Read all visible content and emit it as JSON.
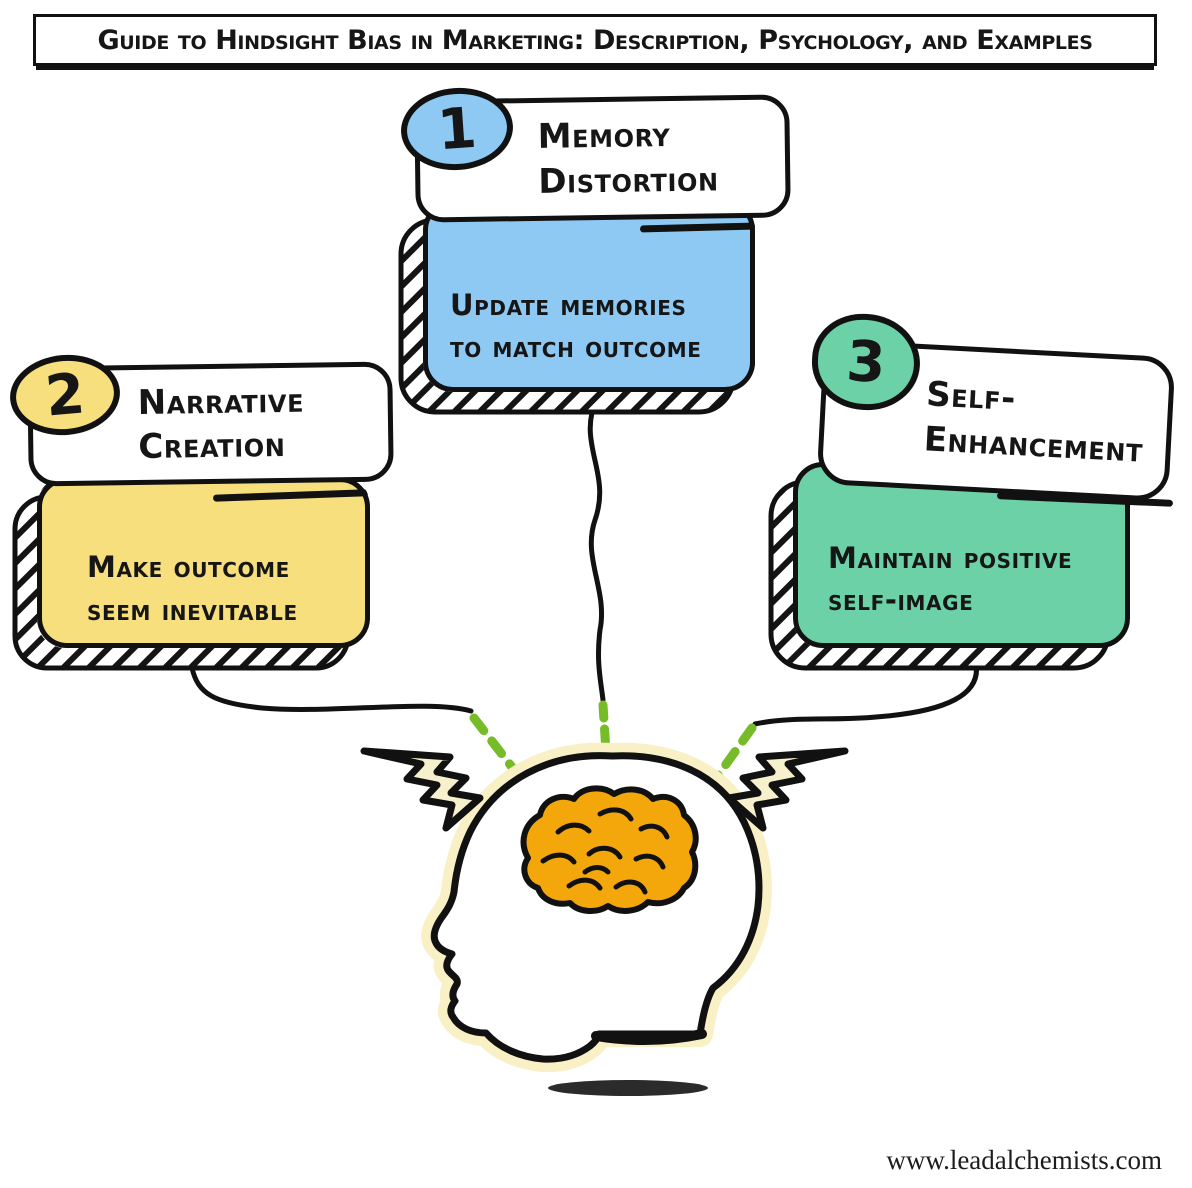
{
  "title": {
    "text": "Guide to Hindsight Bias in Marketing: Description, Psychology, and Examples"
  },
  "cards": [
    {
      "number": "1",
      "title_lines": [
        "Memory",
        "Distortion"
      ],
      "body_lines": [
        "Update memories",
        "to match outcome"
      ],
      "color": "#8DC9F3"
    },
    {
      "number": "2",
      "title_lines": [
        "Narrative",
        "Creation"
      ],
      "body_lines": [
        "Make outcome",
        "seem inevitable"
      ],
      "color": "#F6DF7C"
    },
    {
      "number": "3",
      "title_lines": [
        "Self-",
        "Enhancement"
      ],
      "body_lines": [
        "Maintain positive",
        "self-image"
      ],
      "color": "#6CD1A6"
    }
  ],
  "illustration": {
    "head_icon": "human-head-profile-icon",
    "brain_icon": "brain-icon",
    "bolt_icons": [
      "lightning-bolt-left-icon",
      "lightning-bolt-right-icon"
    ],
    "brain_color": "#F3A70B",
    "glow_color": "#FAF0C6",
    "bolt_fill_color": "#F7F0CD",
    "dash_color": "#76BB28",
    "outline_color": "#111111"
  },
  "watermark": {
    "text": "www.leadalchemists.com"
  }
}
